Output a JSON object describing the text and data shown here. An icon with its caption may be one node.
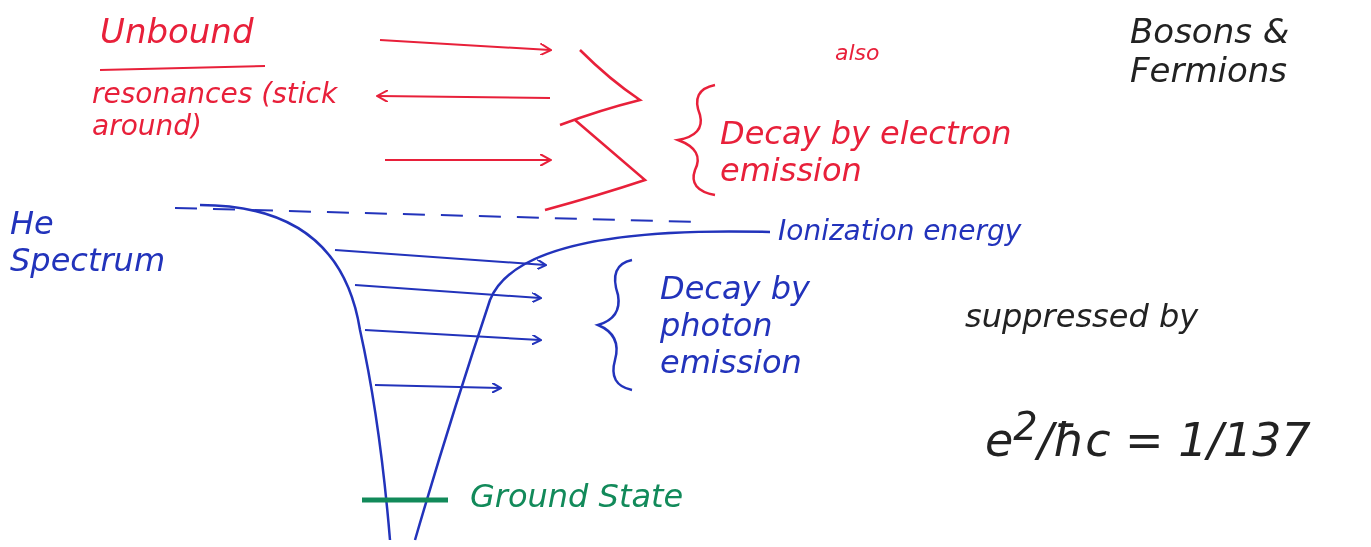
{
  "diagram": {
    "labels": [
      "Unbound",
      "resonances (stick around)",
      "also",
      "Decay by electron emission",
      "Bosons & Fermions",
      "He Spectrum",
      "Ionization energy",
      "Decay by photon emission",
      "suppressed by",
      "e$^{2}$/ħc = 1/137",
      "Ground State"
    ]
  }
}
